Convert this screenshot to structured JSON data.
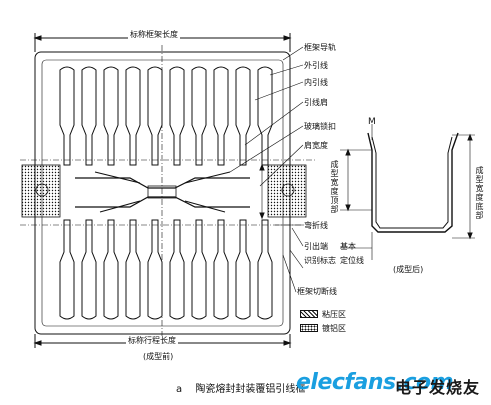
{
  "figure": {
    "caption_letter": "a",
    "caption": "陶瓷熔封封装覆铝引线框",
    "watermark": "elecfans.com",
    "watermark_cn": "电子发烧友"
  },
  "labels": {
    "frame_length": "标称框架长度",
    "frame_rail": "框架导轨",
    "outer_lead": "外引线",
    "inner_lead": "内引线",
    "lead_shoulder": "引线肩",
    "glass_tab": "玻璃锁扣",
    "shoulder_width": "肩宽度",
    "bend_line": "弯折线",
    "lead_end": "引出端",
    "id_mark": "识别标志",
    "base_line": "基本",
    "base_line_2": "定位线",
    "frame_cut_line": "框架切断线",
    "lead_pitch_length": "标称行程长度",
    "before_forming": "(成型前)",
    "after_forming": "(成型后)",
    "formed_width_top": "成型宽度顶部",
    "formed_width_bottom": "成型宽度底部",
    "marker_m": "M",
    "legend_bond": "粘压区",
    "legend_al": "镀铝区"
  },
  "colors": {
    "ink": "#111111",
    "watermark": "#1a9fe0"
  }
}
